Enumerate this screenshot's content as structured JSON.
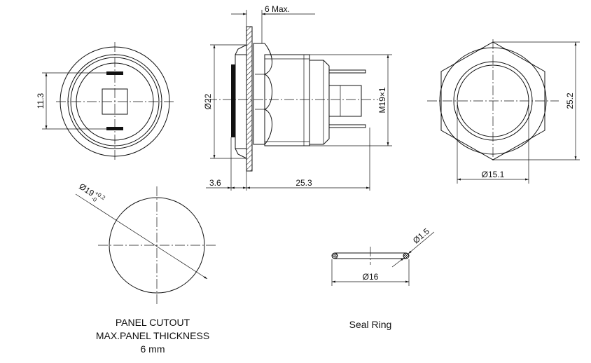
{
  "dimensions": {
    "six_max": "6 Max.",
    "d22": "Ø22",
    "m19x1": "M19×1",
    "eleven_three": "11.3",
    "twenty_five_two": "25.2",
    "d15_1": "Ø15.1",
    "three_six": "3.6",
    "twenty_five_three": "25.3",
    "d19_main": "Ø19",
    "d19_tol_upper": "+0.2",
    "d19_tol_lower": "-0",
    "d1_5": "Ø1.5",
    "d16": "Ø16"
  },
  "captions": {
    "panel_cutout_line1": "PANEL CUTOUT",
    "panel_cutout_line2": "MAX.PANEL THICKNESS",
    "panel_cutout_line3": "6 mm",
    "seal_ring": "Seal Ring"
  }
}
